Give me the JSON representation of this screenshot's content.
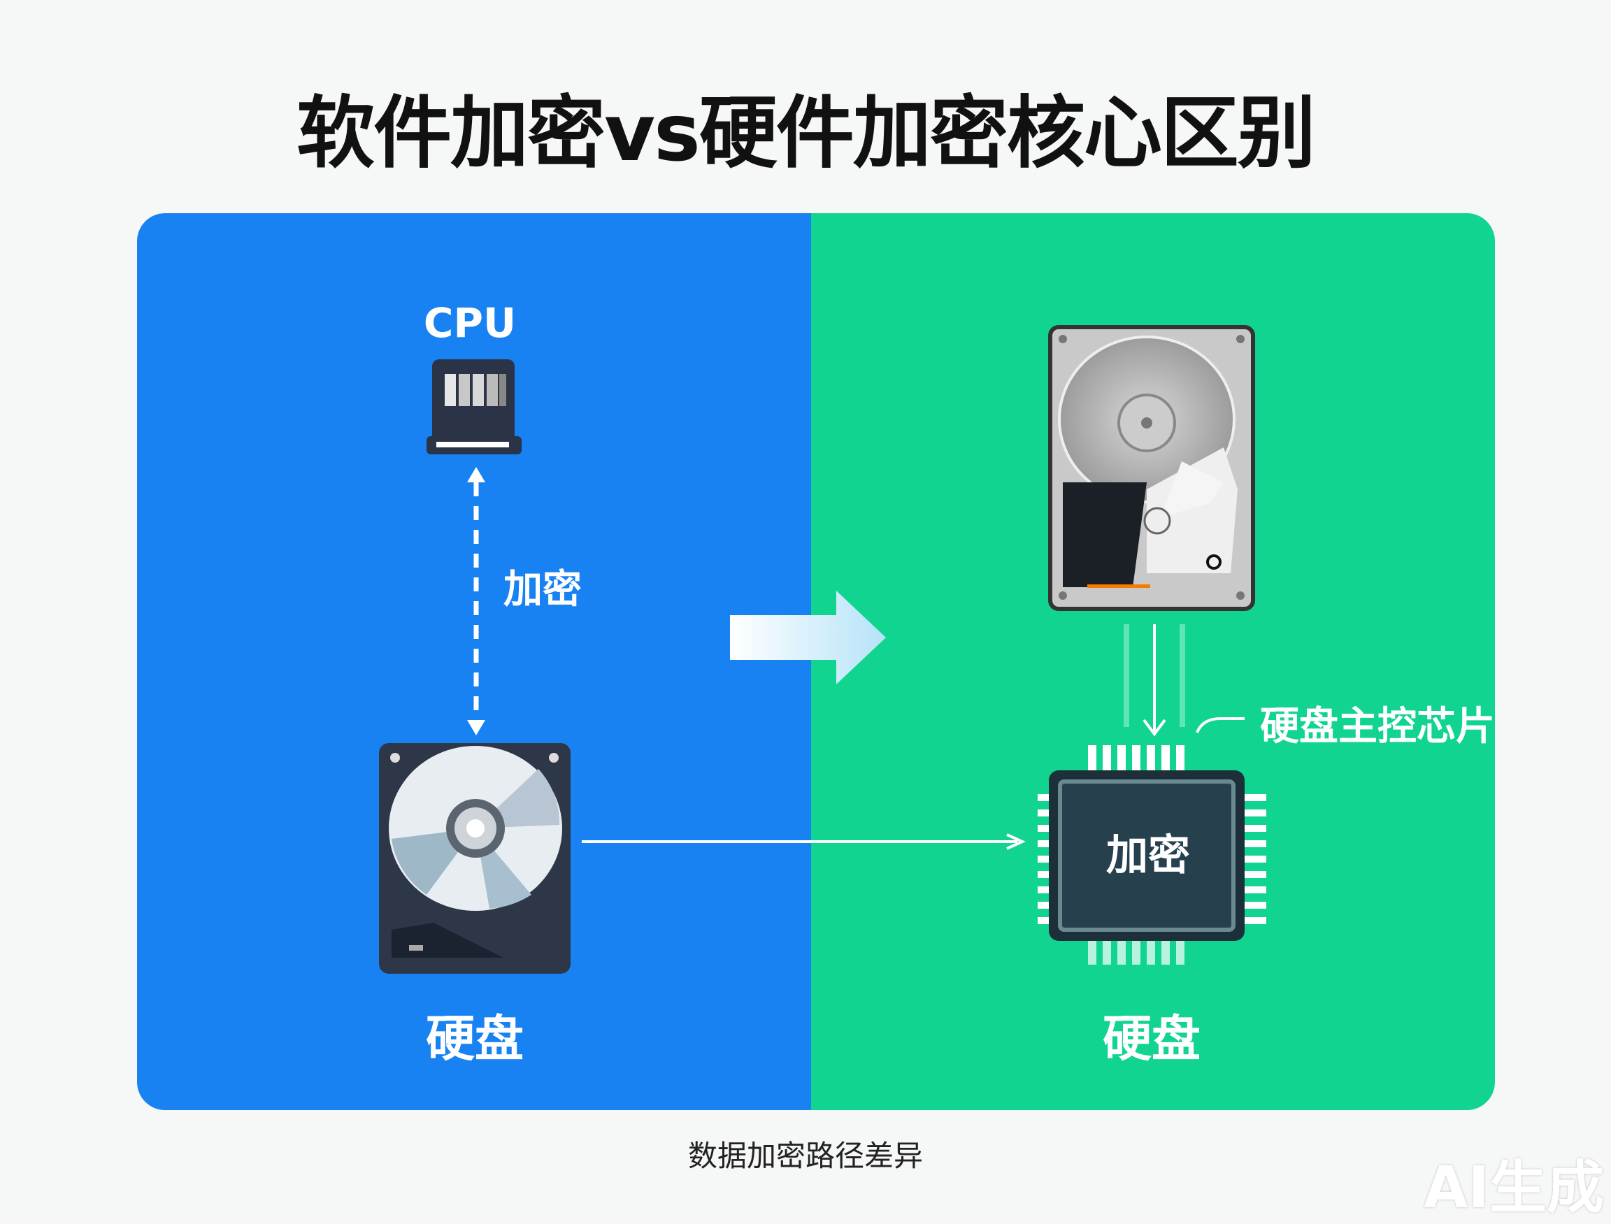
{
  "title": "软件加密vs硬件加密核心区别",
  "caption": "数据加密路径差异",
  "watermark": "AI生成",
  "colors": {
    "software_panel": "#1882f2",
    "hardware_panel": "#10d490",
    "chip": "#1d2f38"
  },
  "software": {
    "cpu_label": "CPU",
    "encrypt_label": "加密",
    "disk_label": "硬盘"
  },
  "hardware": {
    "controller_label": "硬盘主控芯片",
    "chip_label": "加密",
    "disk_label": "硬盘"
  }
}
